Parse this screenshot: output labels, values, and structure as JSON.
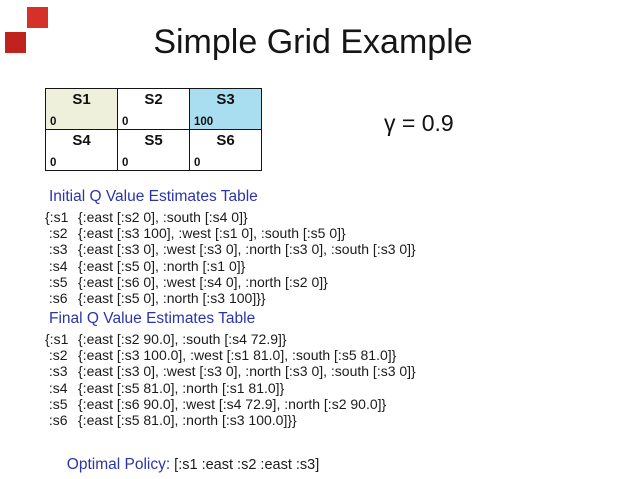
{
  "slide": {
    "title": "Simple Grid Example",
    "gamma": "γ = 0.9"
  },
  "grid_table": {
    "rows": [
      [
        {
          "label": "S1",
          "value": "0"
        },
        {
          "label": "S2",
          "value": "0"
        },
        {
          "label": "S3",
          "value": "100"
        }
      ],
      [
        {
          "label": "S4",
          "value": "0"
        },
        {
          "label": "S5",
          "value": "0"
        },
        {
          "label": "S6",
          "value": "0"
        }
      ]
    ]
  },
  "initial_q": {
    "heading": "Initial Q Value Estimates Table",
    "lines": [
      {
        "state": "{:s1",
        "entry": "{:east [:s2 0], :south [:s4 0]}"
      },
      {
        "state": " :s2",
        "entry": "{:east [:s3 100], :west [:s1 0], :south [:s5 0]}"
      },
      {
        "state": " :s3",
        "entry": "{:east [:s3 0], :west [:s3 0], :north [:s3 0], :south [:s3 0]}"
      },
      {
        "state": " :s4",
        "entry": "{:east [:s5 0], :north [:s1 0]}"
      },
      {
        "state": " :s5",
        "entry": "{:east [:s6 0], :west [:s4 0], :north [:s2 0]}"
      },
      {
        "state": " :s6",
        "entry": "{:east [:s5 0], :north [:s3 100]}}"
      }
    ]
  },
  "final_q": {
    "heading": "Final Q Value Estimates Table",
    "lines": [
      {
        "state": "{:s1",
        "entry": "{:east [:s2 90.0], :south [:s4 72.9]}"
      },
      {
        "state": " :s2",
        "entry": "{:east [:s3 100.0], :west [:s1 81.0], :south [:s5 81.0]}"
      },
      {
        "state": " :s3",
        "entry": "{:east [:s3 0], :west [:s3 0], :north [:s3 0], :south [:s3 0]}"
      },
      {
        "state": " :s4",
        "entry": "{:east [:s5 81.0], :north [:s1 81.0]}"
      },
      {
        "state": " :s5",
        "entry": "{:east [:s6 90.0], :west [:s4 72.9], :north [:s2 90.0]}"
      },
      {
        "state": " :s6",
        "entry": "{:east [:s5 81.0], :north [:s3 100.0]}}"
      }
    ]
  },
  "optimal_policy": {
    "label": "Optimal Policy:",
    "value": " [:s1 :east :s2 :east :s3]"
  },
  "colors": {
    "heading_blue": "#2b35a8",
    "cell_s1_bg": "#eef0dc",
    "cell_s3_bg": "#a9def1",
    "border_black": "#141414",
    "red_square_top": "#d6302a",
    "red_square_bottom": "#c0221d"
  }
}
